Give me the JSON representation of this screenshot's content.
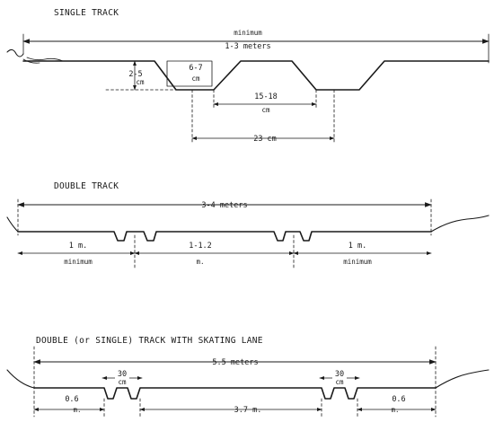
{
  "single_track": {
    "title": "SINGLE TRACK",
    "width_label_1": "minimum",
    "width_label_2": "1-3 meters",
    "depth_label_1": "2-5",
    "depth_label_2": "cm",
    "groove_width_label_1": "6-7",
    "groove_width_label_2": "cm",
    "ridge_label_1": "15-18",
    "ridge_label_2": "cm",
    "gauge_label": "23 cm"
  },
  "double_track": {
    "title": "DOUBLE TRACK",
    "width_label": "3-4 meters",
    "left_label_1": "1 m.",
    "left_label_2": "minimum",
    "middle_label_1": "1-1.2",
    "middle_label_2": "m.",
    "right_label_1": "1 m.",
    "right_label_2": "minimum"
  },
  "skating_lane": {
    "title": "DOUBLE (or SINGLE) TRACK WITH SKATING LANE",
    "width_label": "5.5 meters",
    "left_track_label_1": "30",
    "left_track_label_2": "cm",
    "right_track_label_1": "30",
    "right_track_label_2": "cm",
    "left_edge_label_1": "0.6",
    "left_edge_label_2": "m.",
    "lane_label": "3.7 m.",
    "right_edge_label_1": "0.6",
    "right_edge_label_2": "m."
  }
}
